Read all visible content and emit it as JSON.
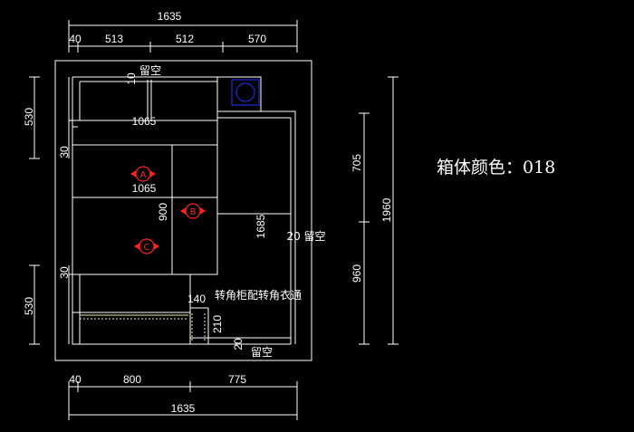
{
  "title": {
    "label": "箱体颜色：",
    "code": "018"
  },
  "dims": {
    "top_total": "1635",
    "top_40": "40",
    "top_513": "513",
    "top_512": "512",
    "top_570": "570",
    "left_530_top": "530",
    "left_30_top": "30",
    "left_30_bot": "30",
    "left_530_bot": "530",
    "right_705": "705",
    "right_960": "960",
    "right_1960": "1960",
    "inner_10": "10",
    "inner_1065_a": "1065",
    "inner_1065_b": "1065",
    "inner_900": "900",
    "inner_1685": "1685",
    "inner_140": "140",
    "inner_210": "210",
    "inner_20_bottom": "20",
    "bottom_40": "40",
    "bottom_800": "800",
    "bottom_775": "775",
    "bottom_total": "1635"
  },
  "labels": {
    "gap_top": "留空",
    "gap_right": "20 留空",
    "gap_bottom": "留空",
    "corner_note": "转角柜配转角衣通"
  },
  "markers": [
    "A",
    "B",
    "C"
  ],
  "colors": {
    "background": "#000000",
    "line": "#ffffff",
    "marker": "#ff2020",
    "fixture": "#1a2bd8",
    "hatch": "#f0f0a0"
  }
}
